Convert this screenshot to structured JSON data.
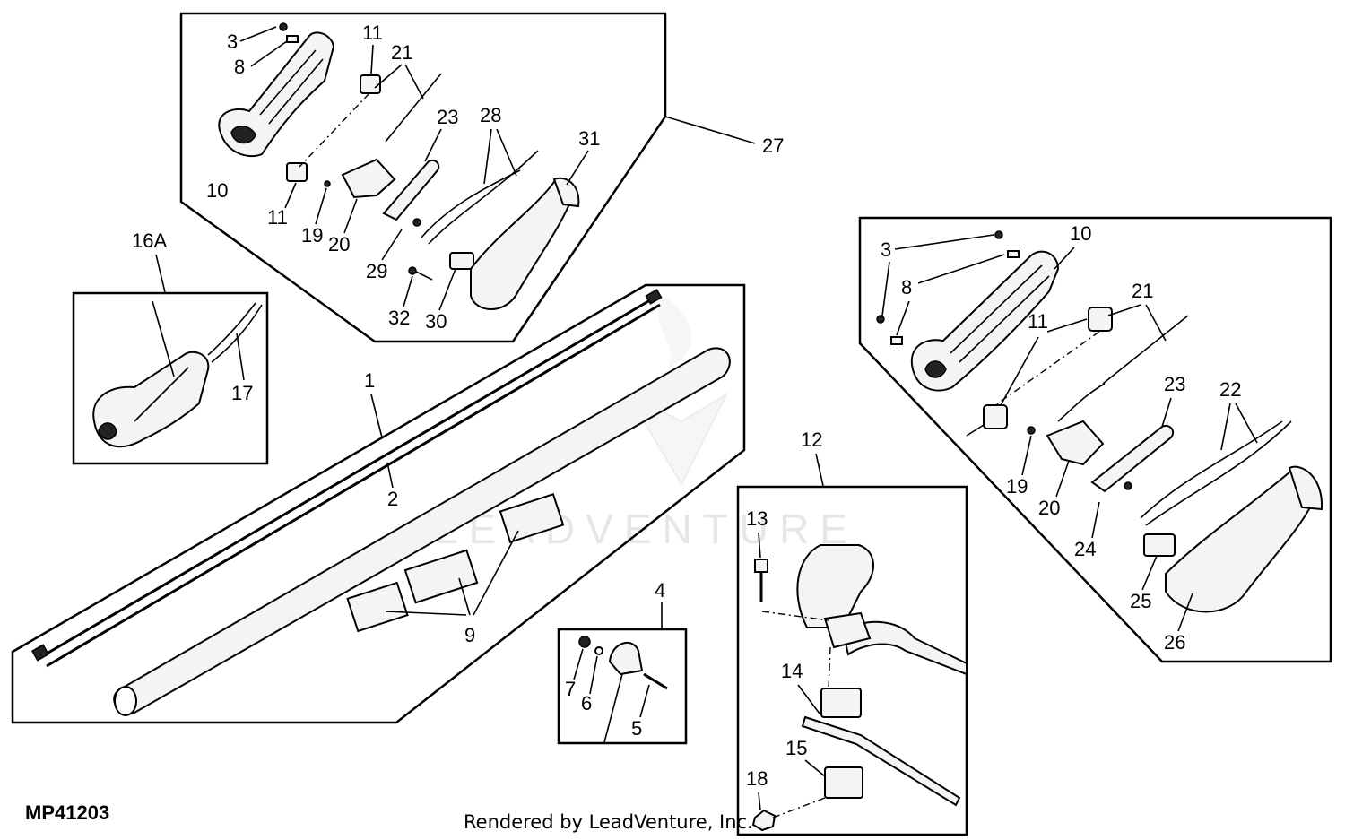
{
  "figure_id": "MP41203",
  "credit": "Rendered by LeadVenture, Inc.",
  "watermark": "LEADVENTURE",
  "callouts": {
    "top_group": {
      "c3": "3",
      "c8": "8",
      "c10": "10",
      "c11a": "11",
      "c11b": "11",
      "c21": "21",
      "c23": "23",
      "c28": "28",
      "c31": "31",
      "c19": "19",
      "c20": "20",
      "c29": "29",
      "c32": "32",
      "c30": "30",
      "c27": "27"
    },
    "handle_16a": {
      "c16a": "16A",
      "c17": "17"
    },
    "shaft_group": {
      "c1": "1",
      "c2": "2",
      "c9": "9"
    },
    "bracket_group": {
      "c4": "4",
      "c7": "7",
      "c6": "6",
      "c5": "5"
    },
    "loop_handle_group": {
      "c12": "12",
      "c13": "13",
      "c14": "14",
      "c15": "15",
      "c18": "18"
    },
    "right_group": {
      "c3": "3",
      "c10": "10",
      "c8": "8",
      "c21": "21",
      "c11": "11",
      "c23": "23",
      "c22": "22",
      "c19": "19",
      "c20": "20",
      "c24": "24",
      "c25": "25",
      "c26": "26"
    }
  }
}
